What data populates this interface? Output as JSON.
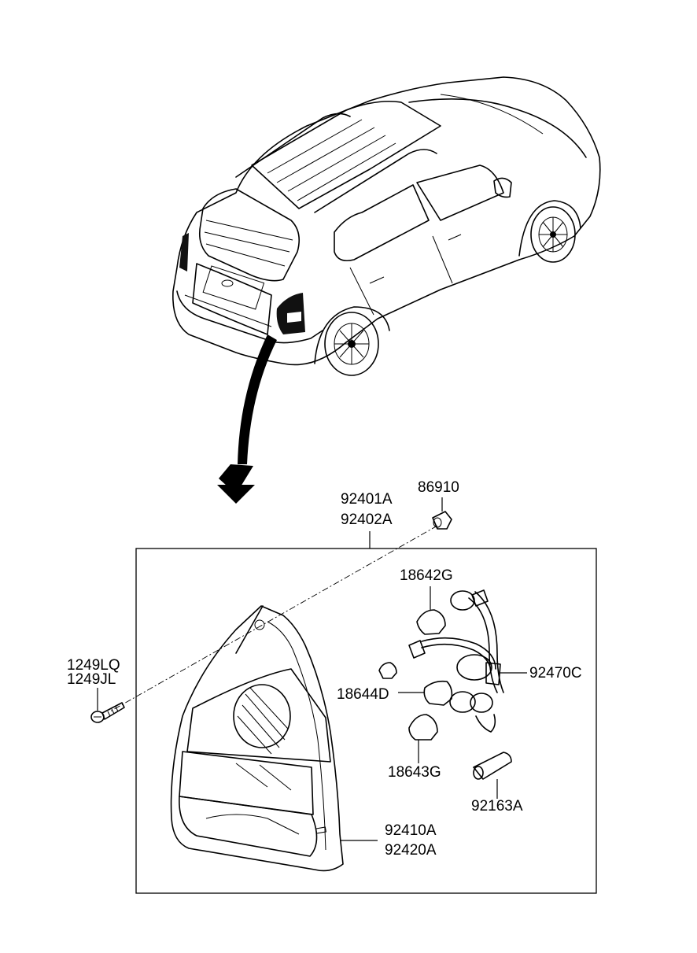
{
  "labels": {
    "lamp_assy_1": "92401A",
    "lamp_assy_2": "92402A",
    "nut": "86910",
    "screw_1": "1249LQ",
    "screw_2": "1249JL",
    "bulb_stop_tail": "18642G",
    "bulb_side": "18644D",
    "bulb_turn": "18643G",
    "socket_wiring": "92470C",
    "cap": "92163A",
    "lens_housing_1": "92410A",
    "lens_housing_2": "92420A"
  },
  "icons": {
    "vehicle": "suv-rear-view-icon",
    "arrow": "curved-arrow-icon",
    "lamp": "tail-lamp-icon",
    "bulb": "bulb-icon",
    "screw": "screw-icon",
    "nut": "clip-nut-icon"
  },
  "colors": {
    "line": "#000000",
    "background": "#ffffff",
    "lamp_fill": "#111111"
  }
}
